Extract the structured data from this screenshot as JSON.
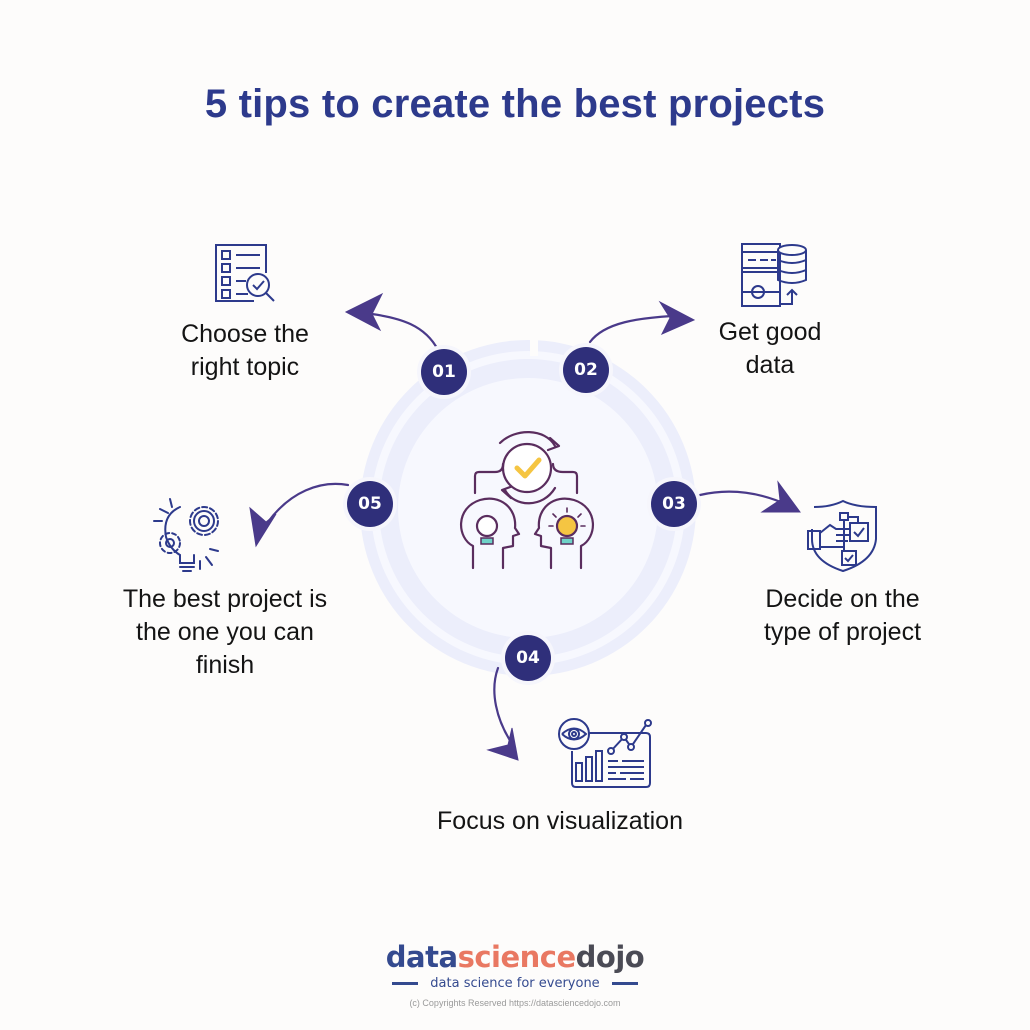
{
  "title": "5 tips to create the best projects",
  "colors": {
    "title": "#2d3a8c",
    "badge": "#2f2f7a",
    "icon_stroke": "#2d3a8c",
    "arrow": "#4a3a8a",
    "ring_outer": "#eceefb",
    "ring_inner_fill": "#f7f8fe",
    "accent_yellow": "#f5c542",
    "accent_teal": "#6fd3c8",
    "logo_blue": "#344a8f",
    "logo_orange": "#e97862"
  },
  "center_icon": "two-heads-ideas-cycle-icon",
  "tips": [
    {
      "number": "01",
      "line1": "Choose the",
      "line2": "right topic",
      "line3": "",
      "icon": "checklist-magnifier-icon"
    },
    {
      "number": "02",
      "line1": "Get good",
      "line2": "data",
      "line3": "",
      "icon": "server-database-icon"
    },
    {
      "number": "03",
      "line1": "Decide on the",
      "line2": "type of project",
      "line3": "",
      "icon": "shield-hand-checklist-icon"
    },
    {
      "number": "04",
      "line1": "Focus on visualization",
      "line2": "",
      "line3": "",
      "icon": "dashboard-eye-chart-icon"
    },
    {
      "number": "05",
      "line1": "The best project is",
      "line2": "the one you can",
      "line3": "finish",
      "icon": "lightbulb-gears-icon"
    }
  ],
  "footer": {
    "logo_part1": "data",
    "logo_part2": "science",
    "logo_part3": "dojo",
    "tagline": "data science for everyone",
    "copyright": "(c) Copyrights Reserved  https://datasciencedojo.com"
  }
}
